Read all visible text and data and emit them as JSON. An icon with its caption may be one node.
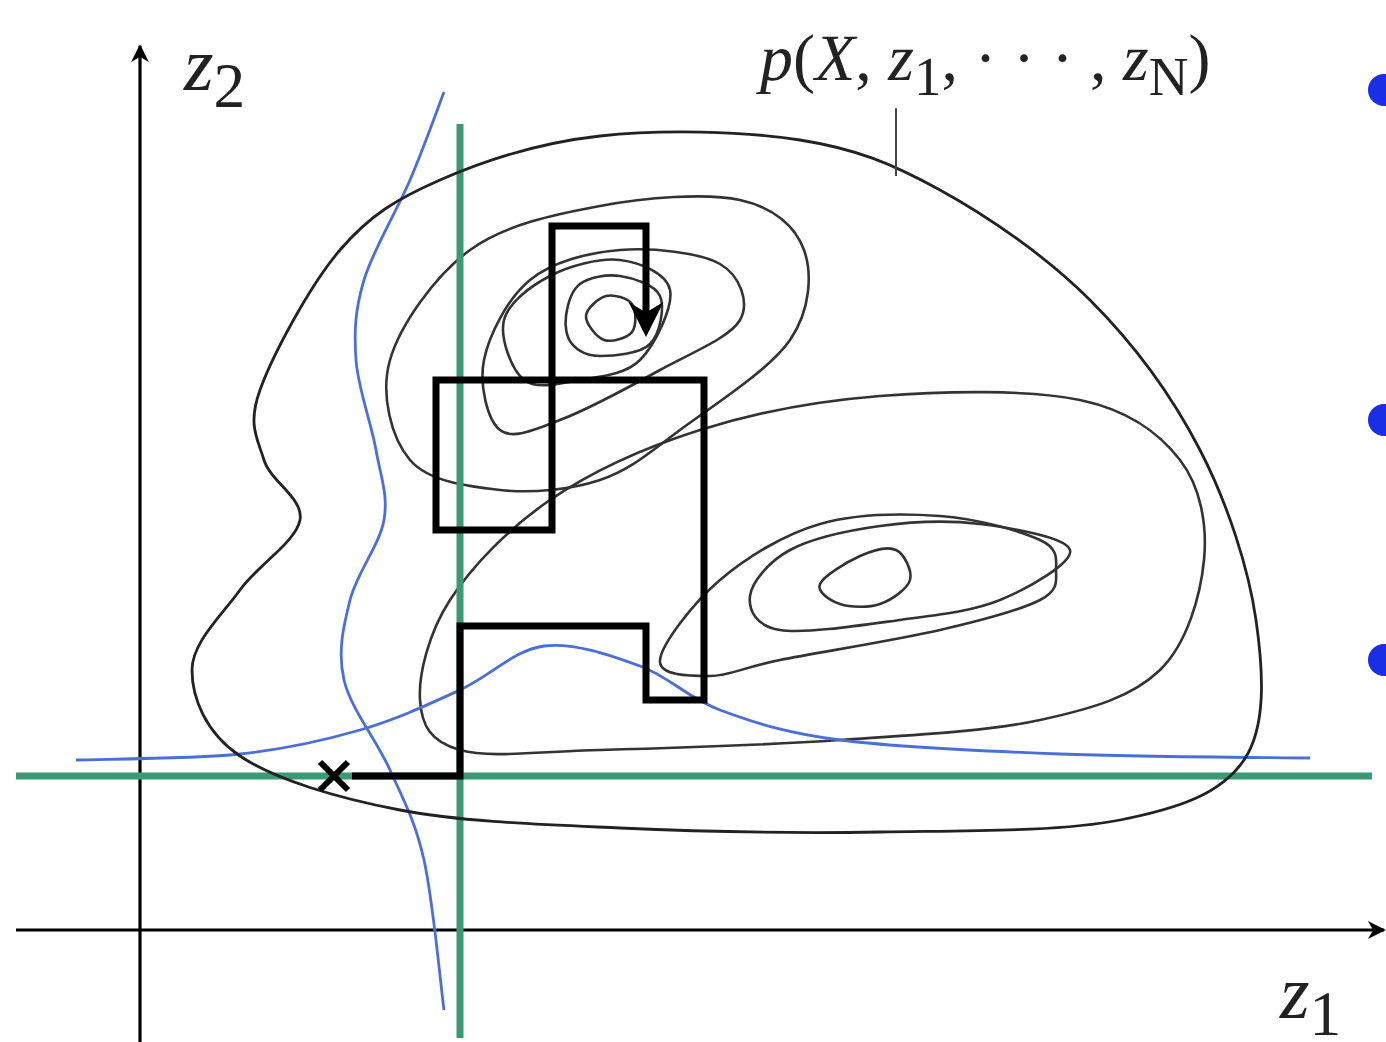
{
  "diagram": {
    "nodes": [
      {
        "text": [
          "*p*(*X*, *z*$_{1}$, · · · , *z*$_{N}$)"
        ]
      },
      {
        "text": [],
        "shape": "contour"
      }
    ],
    "edges": [
      {
        "from": 0,
        "to": 1,
        "arrow": "none"
      }
    ],
    "labels": [
      "*z*$_{2}$",
      "*z*$_{1}$"
    ]
  }
}
